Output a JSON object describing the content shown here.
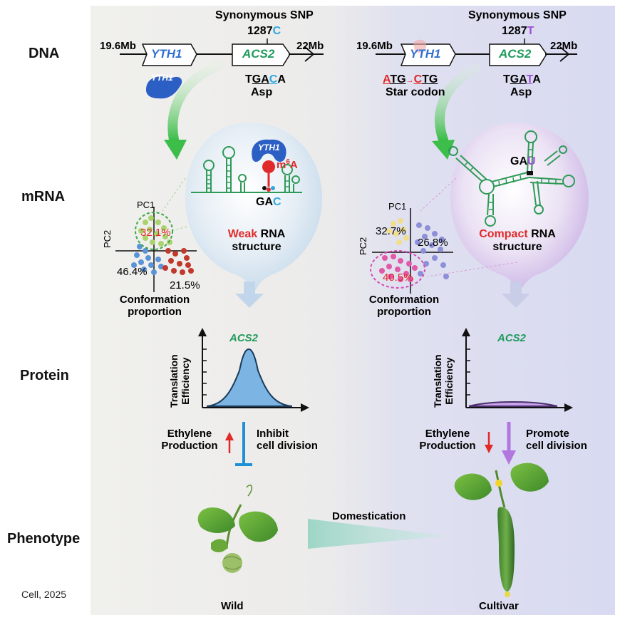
{
  "rows": {
    "dna": "DNA",
    "mrna": "mRNA",
    "protein": "Protein",
    "phenotype": "Phenotype"
  },
  "citation": "Cell, 2025",
  "left": {
    "snp_title": "Synonymous SNP",
    "snp_pos": "1287",
    "snp_base": "C",
    "start_pos": "19.6Mb",
    "end_pos": "22Mb",
    "gene1": "YTH1",
    "gene2": "ACS2",
    "protein_label": "YTH1",
    "codon_pre": "T",
    "codon_u1": "GA",
    "codon_base": "C",
    "codon_post": "A",
    "amino": "Asp",
    "mrna_reader": "YTH1",
    "mod_base": "m",
    "mod_sup": "6",
    "mod_tail": "A",
    "mrna_codon_pre": "GA",
    "mrna_codon_base": "C",
    "structure_word": "Weak",
    "structure_rest": " RNA",
    "structure_line2": "structure",
    "pc1": "PC1",
    "pc2": "PC2",
    "pct_a": "32.1%",
    "pct_b": "46.4%",
    "pct_c": "21.5%",
    "conf1": "Conformation",
    "conf2": "proportion",
    "chart_gene": "ACS2",
    "y_label1": "Translation",
    "y_label2": "Efficiency",
    "eth1": "Ethylene",
    "eth2": "Production",
    "cell1": "Inhibit",
    "cell2": "cell division",
    "phenotype": "Wild"
  },
  "right": {
    "snp_title": "Synonymous SNP",
    "snp_pos": "1287",
    "snp_base": "T",
    "start_pos": "19.6Mb",
    "end_pos": "22Mb",
    "gene1": "YTH1",
    "gene2": "ACS2",
    "mut_a1": "A",
    "mut_a2": "TG",
    "mut_arrow": "→",
    "mut_b1": "C",
    "mut_b2": "TG",
    "start_codon": "Star codon",
    "codon_pre": "T",
    "codon_u1": "GA",
    "codon_base": "T",
    "codon_post": "A",
    "amino": "Asp",
    "mrna_codon_pre": "GA",
    "mrna_codon_base": "U",
    "structure_word": "Compact",
    "structure_rest": " RNA",
    "structure_line2": "structure",
    "pc1": "PC1",
    "pc2": "PC2",
    "pct_a": "32.7%",
    "pct_b": "26.8%",
    "pct_c": "40.5%",
    "conf1": "Conformation",
    "conf2": "proportion",
    "chart_gene": "ACS2",
    "y_label1": "Translation",
    "y_label2": "Efficiency",
    "eth1": "Ethylene",
    "eth2": "Production",
    "cell1": "Promote",
    "cell2": "cell division",
    "phenotype": "Cultivar"
  },
  "domestication": "Domestication",
  "colors": {
    "left_bg": "#efefeb",
    "right_bg": "#dcddf0",
    "gene_blue": "#2f6fd0",
    "gene_green": "#1e9b5a",
    "snp_c": "#2ea8e0",
    "snp_t": "#9b4fd6",
    "red": "#e02a2a",
    "arrow_green": "#4cc45a",
    "rna_green": "#2e9a57",
    "purple": "#b276e0"
  }
}
